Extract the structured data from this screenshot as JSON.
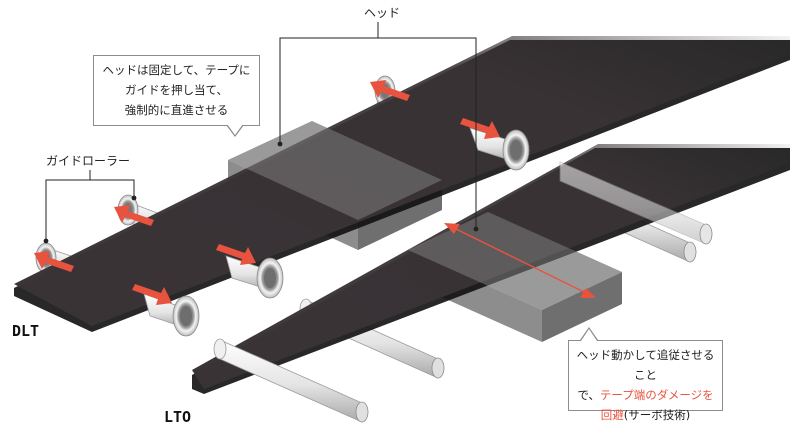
{
  "labels": {
    "head": "ヘッド",
    "guide_rollers": "ガイドローラー",
    "dlt": "DLT",
    "lto": "LTO"
  },
  "callout_dlt": {
    "line1": "ヘッドは固定して、テープに",
    "line2": "ガイドを押し当て、",
    "line3": "強制的に直進させる"
  },
  "callout_lto": {
    "line1": "ヘッド動かして追従させること",
    "line2_prefix": "で、",
    "line2_red": "テープ端のダメージを",
    "line3_red": "回避",
    "line3_suffix": "(サーボ技術)"
  },
  "colors": {
    "tape": "#3a3336",
    "tape_edge": "#111111",
    "head_block": "#8d8d8d",
    "arrow_red": "#e8533f",
    "roller": "#d9d9d9"
  }
}
